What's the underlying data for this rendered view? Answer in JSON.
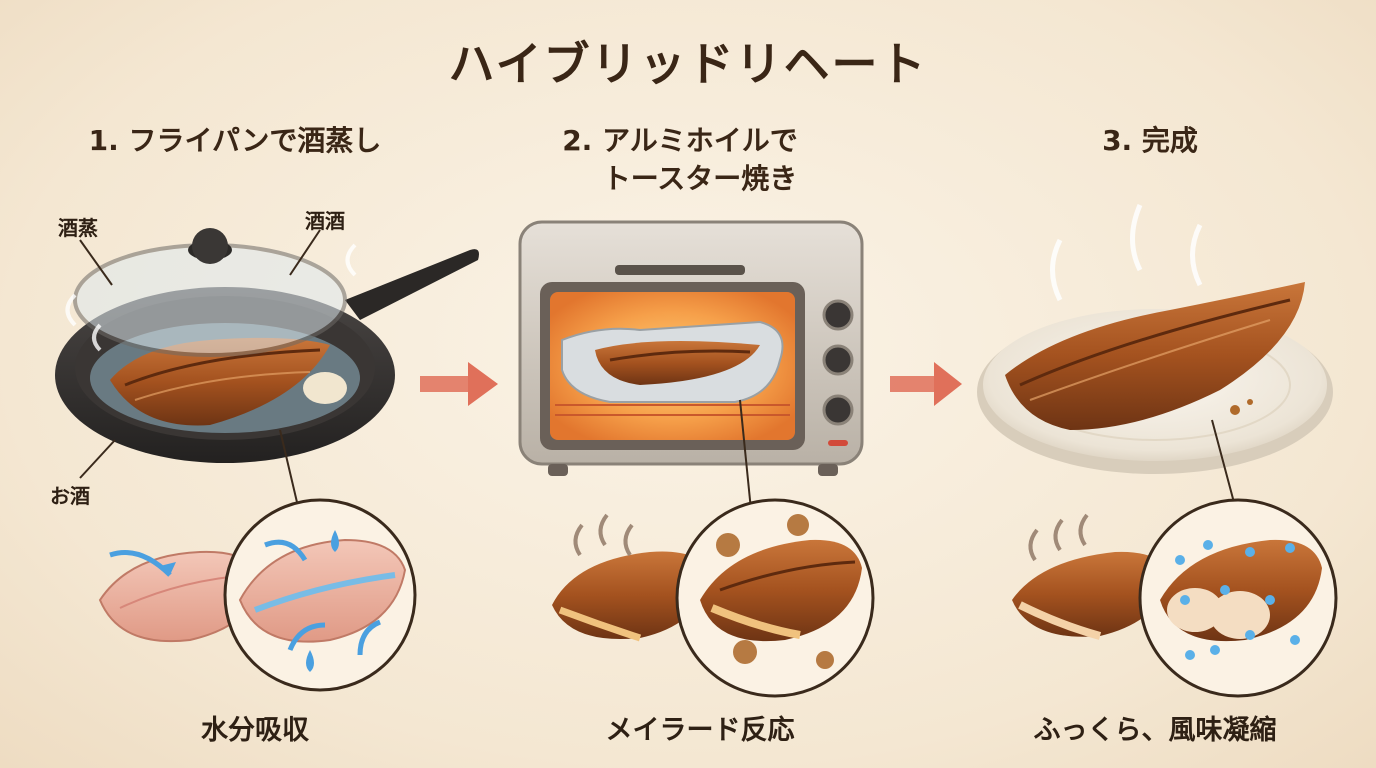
{
  "title": "ハイブリッドリヘート",
  "steps": [
    {
      "heading_line1": "1. フライパンで酒蒸し",
      "heading_line2": "",
      "caption": "水分吸収",
      "labels": {
        "lid_left": "酒蒸",
        "lid_right": "酒酒",
        "pan": "お酒"
      }
    },
    {
      "heading_line1": "2. アルミホイルで",
      "heading_line2": "トースター焼き",
      "caption": "メイラード反応"
    },
    {
      "heading_line1": "3. 完成",
      "heading_line2": "",
      "caption": "ふっくら、風味凝縮"
    }
  ],
  "colors": {
    "background": "#f6ecdc",
    "arrow": "#e0705a",
    "eel": "#a85a26",
    "oven_glow": "#f39a3c",
    "water": "#5aa8e0"
  },
  "icons": [
    "frying-pan-icon",
    "glass-lid-icon",
    "toaster-oven-icon",
    "aluminum-foil-icon",
    "plate-icon",
    "steam-icon",
    "arrow-right-icon",
    "water-drop-icon"
  ]
}
